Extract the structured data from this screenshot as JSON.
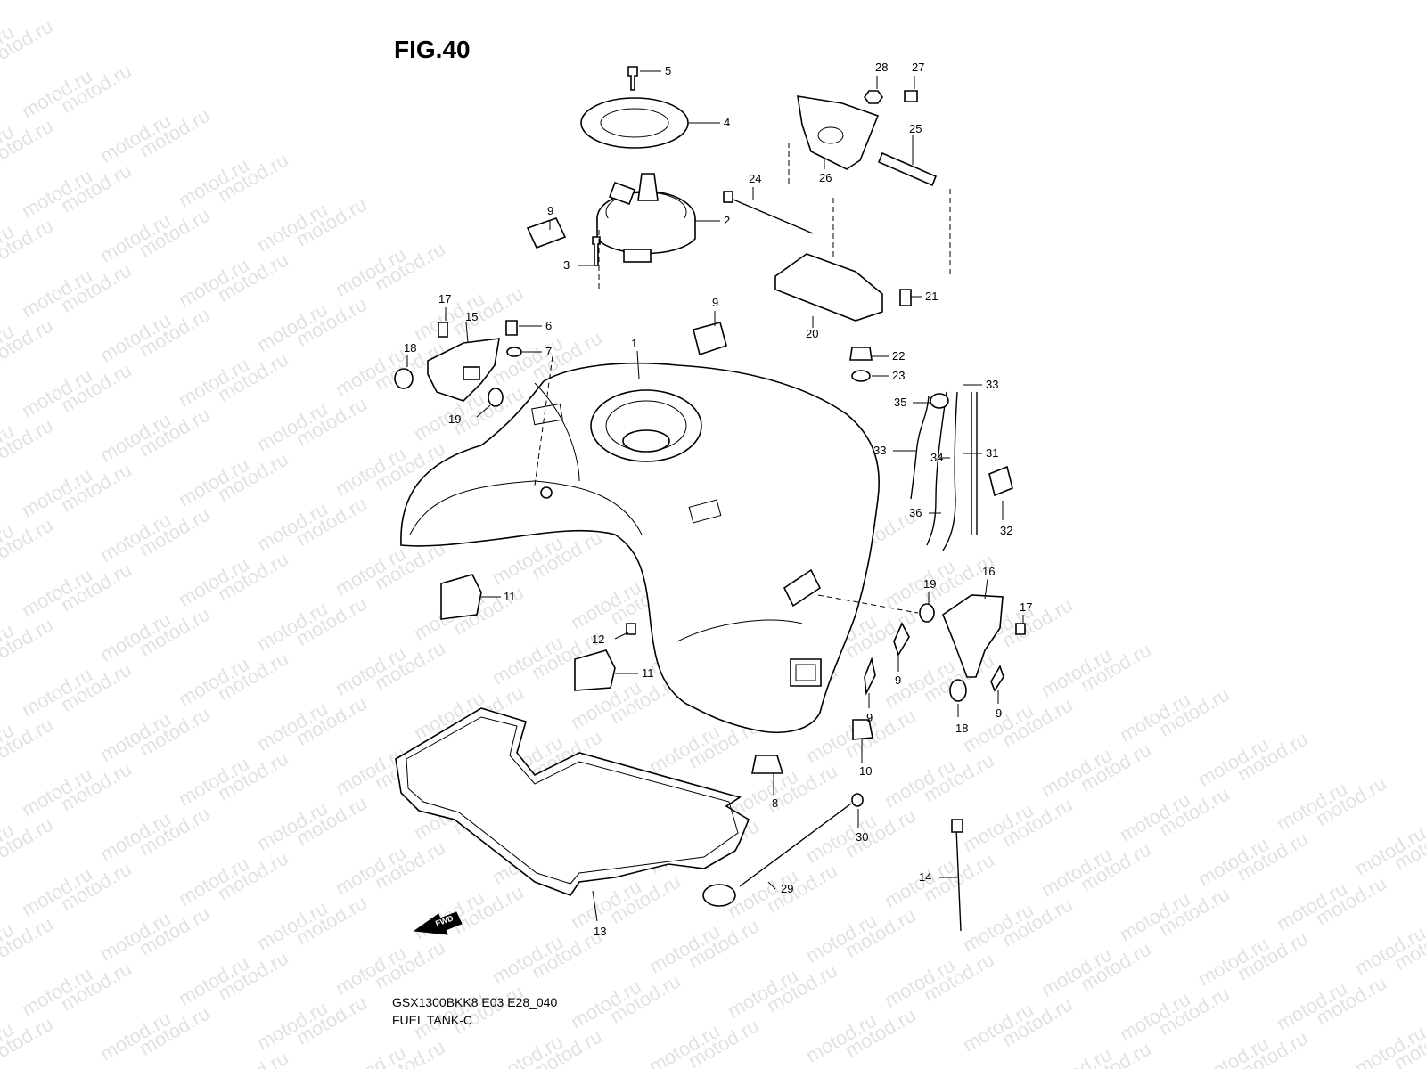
{
  "figure": {
    "title": "FIG.40",
    "code": "GSX1300BKK8 E03 E28_040",
    "name": "FUEL TANK-C",
    "watermark": "motod.ru",
    "fwd_label": "FWD"
  },
  "callouts": [
    {
      "label": "1"
    },
    {
      "label": "2"
    },
    {
      "label": "3"
    },
    {
      "label": "4"
    },
    {
      "label": "5"
    },
    {
      "label": "6"
    },
    {
      "label": "7"
    },
    {
      "label": "8"
    },
    {
      "label": "9"
    },
    {
      "label": "9"
    },
    {
      "label": "9"
    },
    {
      "label": "9"
    },
    {
      "label": "9"
    },
    {
      "label": "10"
    },
    {
      "label": "11"
    },
    {
      "label": "11"
    },
    {
      "label": "12"
    },
    {
      "label": "13"
    },
    {
      "label": "14"
    },
    {
      "label": "15"
    },
    {
      "label": "16"
    },
    {
      "label": "17"
    },
    {
      "label": "17"
    },
    {
      "label": "18"
    },
    {
      "label": "18"
    },
    {
      "label": "19"
    },
    {
      "label": "19"
    },
    {
      "label": "20"
    },
    {
      "label": "21"
    },
    {
      "label": "22"
    },
    {
      "label": "23"
    },
    {
      "label": "24"
    },
    {
      "label": "25"
    },
    {
      "label": "26"
    },
    {
      "label": "27"
    },
    {
      "label": "28"
    },
    {
      "label": "29"
    },
    {
      "label": "30"
    },
    {
      "label": "31"
    },
    {
      "label": "32"
    },
    {
      "label": "33"
    },
    {
      "label": "33"
    },
    {
      "label": "34"
    },
    {
      "label": "35"
    },
    {
      "label": "36"
    }
  ]
}
